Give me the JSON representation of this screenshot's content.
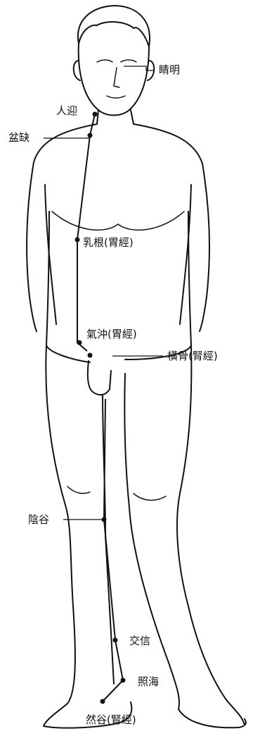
{
  "labels": {
    "jingming": "睛明",
    "renying": "人迎",
    "quepen": "盆缺",
    "rugen": "乳根(胃經)",
    "qichong": "氣沖(胃經)",
    "henggu": "橫骨(腎經)",
    "yingu": "陰谷",
    "jiaoxin": "交信",
    "zhaohai": "照海",
    "rangu": "然谷(腎經)"
  },
  "colors": {
    "ink": "#111111",
    "paper": "#ffffff"
  }
}
